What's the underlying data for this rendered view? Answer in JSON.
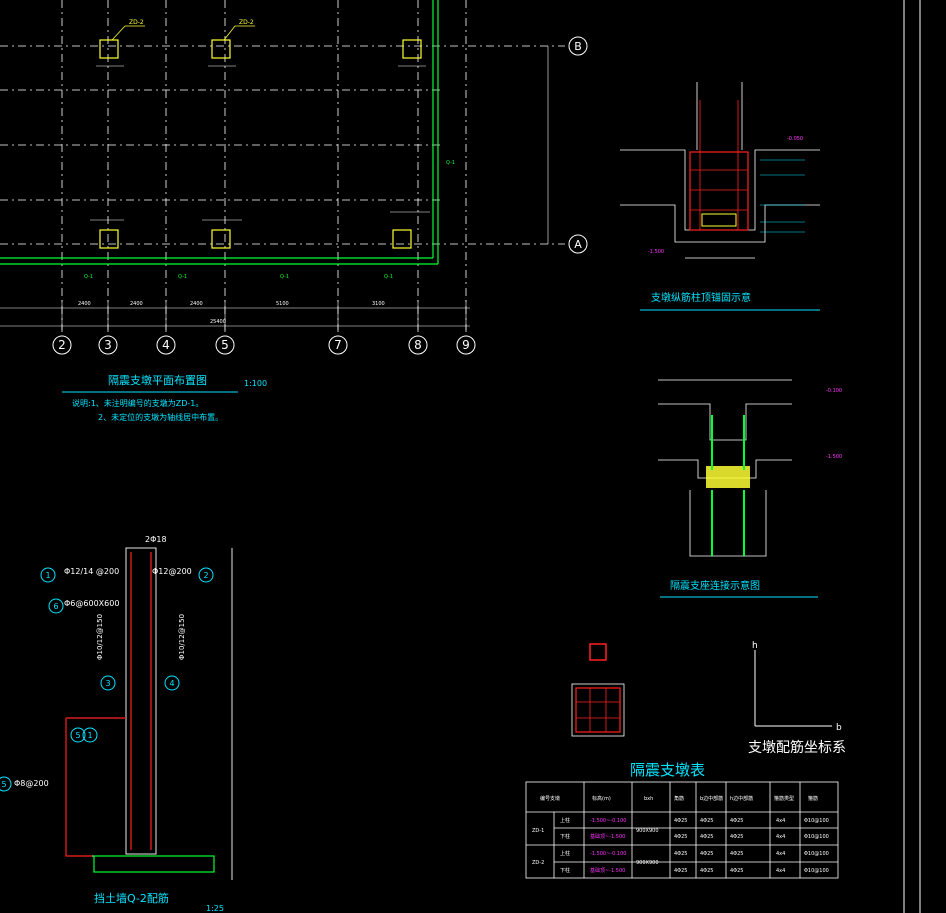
{
  "plan": {
    "title": "隔震支墩平面布置图",
    "scale": "1:100",
    "note_line1": "说明:1、未注明编号的支墩为ZD-1。",
    "note_line2": "2、未定位的支墩为轴线居中布置。",
    "grid_letters": [
      "B",
      "A"
    ],
    "grid_numbers": [
      "2",
      "3",
      "4",
      "5",
      "7",
      "8",
      "9"
    ],
    "pier_tag": "ZD-2",
    "dims": [
      "2400",
      "2400",
      "2400",
      "5100",
      "3100",
      "25400"
    ]
  },
  "node_top": {
    "title": "支墩纵筋柱顶锚固示意",
    "level": "-0.050",
    "level2": "-1.500"
  },
  "node_mid": {
    "title": "隔震支座连接示意图",
    "level1": "-0.100",
    "level2": "-1.500"
  },
  "wall": {
    "title": "挡土墙Q-2配筋",
    "scale": "1:25",
    "top_rebar": "2Φ18",
    "rebar_1": "Φ12/14 @200",
    "rebar_2": "Φ12@200",
    "rebar_6": "Φ6@600X600",
    "rebar_3": "Φ10/12@150",
    "rebar_4": "Φ10/12@150",
    "rebar_5": "Φ8@200",
    "markers": [
      "1",
      "2",
      "6",
      "3",
      "4",
      "5",
      "1",
      "5"
    ]
  },
  "coord": {
    "title": "支墩配筋坐标系",
    "axis_h": "h",
    "axis_b": "b"
  },
  "table": {
    "title": "隔震支墩表",
    "headers": [
      "编号支墩",
      "标高(m)",
      "bxh",
      "角筋",
      "b边中部筋",
      "h边中部筋",
      "箍筋类型",
      "箍筋"
    ],
    "rows": [
      [
        "ZD-1",
        "上柱",
        "-1.500~-0.100",
        "900X900",
        "4Φ25",
        "4Φ25",
        "4Φ25",
        "4x4",
        "Φ10@100"
      ],
      [
        "",
        "下柱",
        "基础顶~-1.500",
        "",
        "4Φ25",
        "4Φ25",
        "4Φ25",
        "4x4",
        "Φ10@100"
      ],
      [
        "ZD-2",
        "上柱",
        "-1.500~-0.100",
        "900X900",
        "4Φ25",
        "4Φ25",
        "4Φ25",
        "4x4",
        "Φ10@100"
      ],
      [
        "",
        "下柱",
        "基础顶~-1.500",
        "",
        "4Φ25",
        "4Φ25",
        "4Φ25",
        "4x4",
        "Φ10@100"
      ]
    ]
  },
  "colors": {
    "background": "#000000",
    "grid": "#ffffff",
    "green": "#00ff33",
    "yellow": "#ffff33",
    "cyan": "#00e5ff",
    "red": "#ff2020",
    "magenta": "#ff33ff"
  }
}
